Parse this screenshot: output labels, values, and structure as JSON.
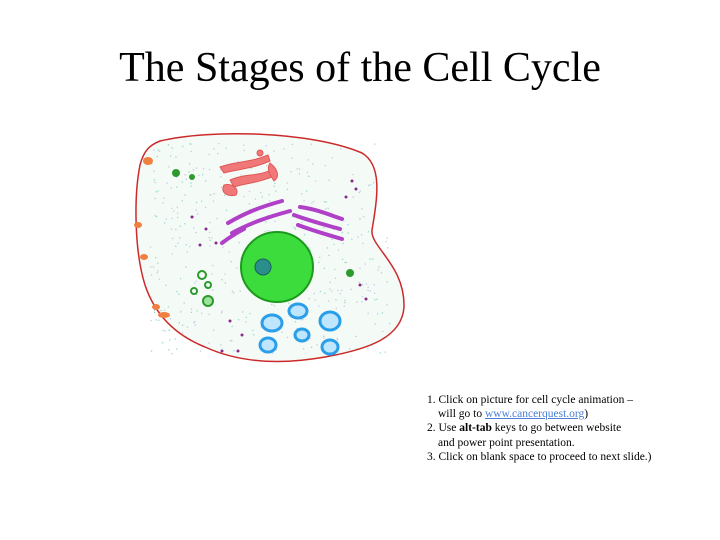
{
  "slide": {
    "title": "The Stages of the Cell Cycle"
  },
  "cell_picture": {
    "kind": "hand-drawn animal cell diagram",
    "link_target_text": "www.cancerquest.org"
  },
  "instructions": {
    "item1_prefix": "1. Click on picture for cell cycle animation –",
    "item1_line2_prefix": "will go to ",
    "item1_link": "www.cancerquest.org",
    "item1_line2_suffix": ")",
    "item2_prefix": "2. Use ",
    "item2_bold": "alt-tab",
    "item2_suffix": " keys to go between website",
    "item2_line2": "and power point presentation.",
    "item3": "3. Click on blank space to proceed to next slide.)"
  },
  "colors": {
    "membrane": "#cc2a2a",
    "cytoplasm_dots": "#9ed8c6",
    "nucleus": "#3cdc3c",
    "nucleolus": "#2a8f8a",
    "golgi": "#b040c8",
    "er": "#f07878",
    "mitochondria": "#2a9ee8",
    "vesicles": "#2c9a2c",
    "link": "#4a7fd4"
  }
}
